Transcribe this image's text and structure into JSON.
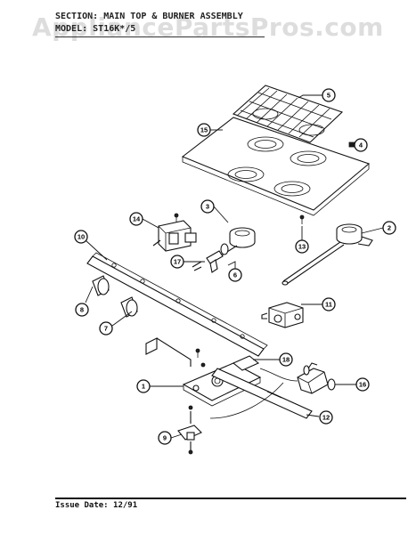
{
  "header": {
    "line1_label": "SECTION:",
    "line1_value": "MAIN TOP & BURNER ASSEMBLY",
    "line2_label": "MODEL:",
    "line2_value": "ST16K*/5"
  },
  "watermark": "AppliancePartsPros.com",
  "footer": {
    "issue_label": "Issue Date:",
    "issue_date": "12/91"
  },
  "callouts": [
    "1",
    "2",
    "3",
    "4",
    "5",
    "6",
    "7",
    "8",
    "9",
    "10",
    "11",
    "12",
    "13",
    "14",
    "15",
    "16",
    "17",
    "18"
  ]
}
